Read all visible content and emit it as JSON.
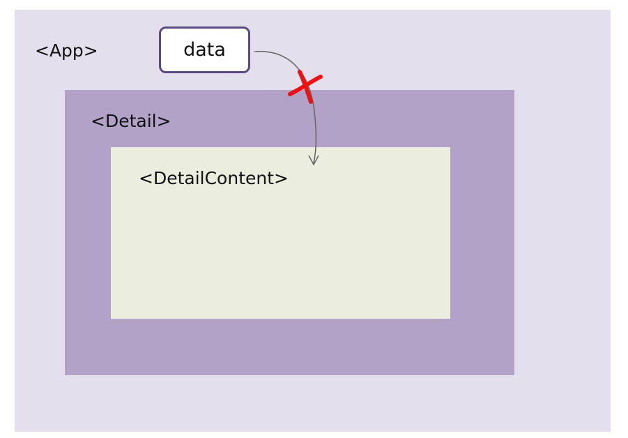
{
  "app": {
    "label": "<App>"
  },
  "detail": {
    "label": "<Detail>"
  },
  "detail_content": {
    "label": "<DetailContent>"
  },
  "data_node": {
    "label": "data"
  },
  "colors": {
    "app_bg": "#e4dfec",
    "detail_bg": "#b2a2c8",
    "content_bg": "#ebeede",
    "data_border": "#5b4a80",
    "arrow": "#6a6a6a",
    "blocked_mark": "#ee1111"
  },
  "arrow": {
    "from": "data",
    "to": "<DetailContent>",
    "blocked": true,
    "blocked_icon": "x-mark-icon"
  }
}
